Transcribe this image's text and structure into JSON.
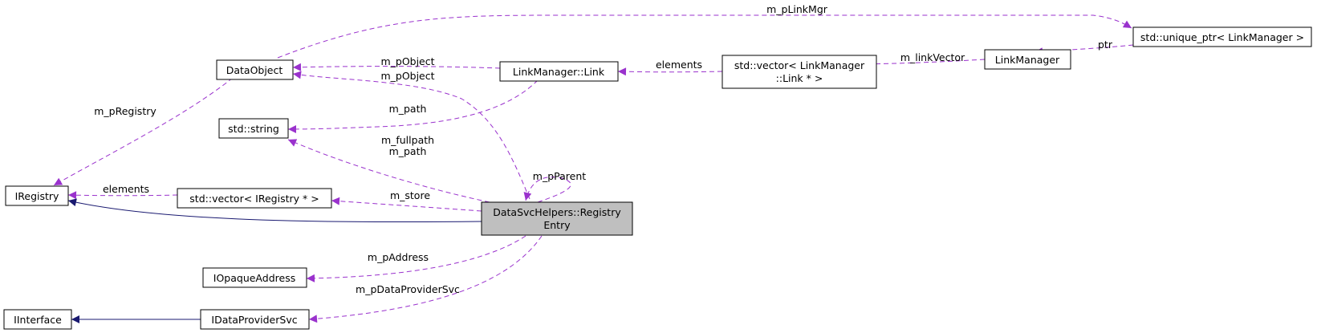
{
  "diagram": {
    "nodes": {
      "dataobject": {
        "lines": [
          "DataObject"
        ]
      },
      "stdstring": {
        "lines": [
          "std::string"
        ]
      },
      "iregistry": {
        "lines": [
          "IRegistry"
        ]
      },
      "vecreg": {
        "lines": [
          "std::vector< IRegistry * >"
        ]
      },
      "registryentry": {
        "lines": [
          "DataSvcHelpers::Registry",
          "Entry"
        ]
      },
      "linkmanagerlink": {
        "lines": [
          "LinkManager::Link"
        ]
      },
      "veclink": {
        "lines": [
          "std::vector< LinkManager",
          "::Link * >"
        ]
      },
      "linkmanager": {
        "lines": [
          "LinkManager"
        ]
      },
      "uniqueptr": {
        "lines": [
          "std::unique_ptr< LinkManager >"
        ]
      },
      "iopaque": {
        "lines": [
          "IOpaqueAddress"
        ]
      },
      "idataprovider": {
        "lines": [
          "IDataProviderSvc"
        ]
      },
      "iinterface": {
        "lines": [
          "IInterface"
        ]
      }
    },
    "edge_labels": {
      "plinkmgr": "m_pLinkMgr",
      "ptr": "ptr",
      "linkvector": "m_linkVector",
      "elements_link": "elements",
      "pobject_link": "m_pObject",
      "pobject_entry": "m_pObject",
      "path_link": "m_path",
      "fullpath": "m_fullpath",
      "path_entry": "m_path",
      "pregistry": "m_pRegistry",
      "elements_reg": "elements",
      "store": "m_store",
      "parent": "m_pParent",
      "paddress": "m_pAddress",
      "pdataprovider": "m_pDataProviderSvc"
    },
    "colors": {
      "inheritance": "#191970",
      "usage": "#9a32cd",
      "highlight_fill": "#bfbfbf",
      "node_border": "#000000"
    }
  }
}
